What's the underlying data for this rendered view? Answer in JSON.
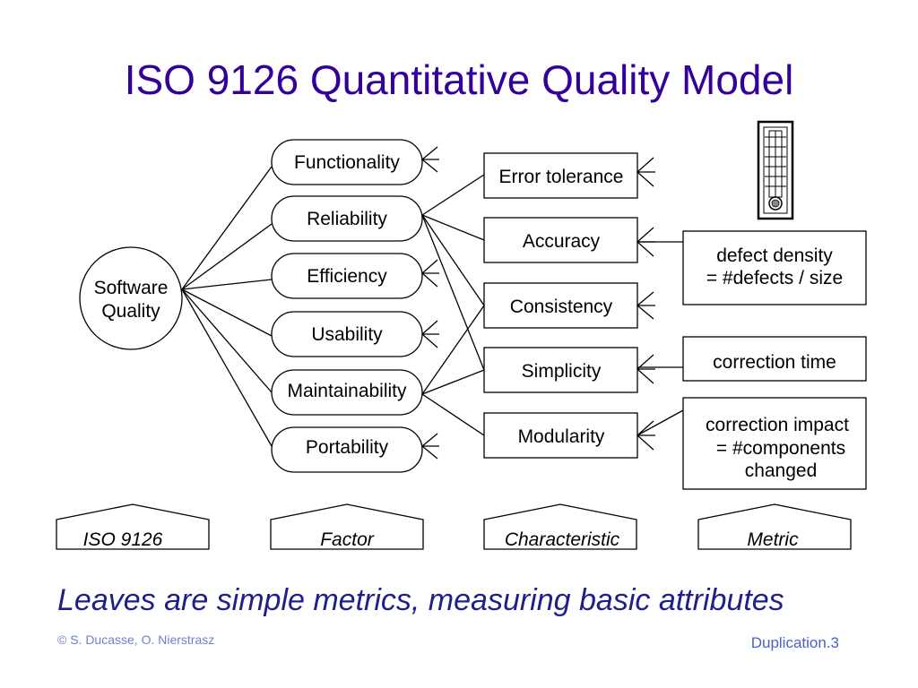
{
  "title": "ISO 9126 Quantitative Quality Model",
  "root": "Software Quality",
  "root_lines": [
    "Software",
    "Quality"
  ],
  "factors": [
    "Functionality",
    "Reliability",
    "Efficiency",
    "Usability",
    "Maintainability",
    "Portability"
  ],
  "characteristics": [
    "Error tolerance",
    "Accuracy",
    "Consistency",
    "Simplicity",
    "Modularity"
  ],
  "metrics": [
    {
      "lines": [
        "defect density",
        "= #defects / size"
      ]
    },
    {
      "lines": [
        "correction time"
      ]
    },
    {
      "lines": [
        "correction impact",
        "= #components",
        "changed"
      ]
    }
  ],
  "levels": [
    "ISO 9126",
    "Factor",
    "Characteristic",
    "Metric"
  ],
  "caption": "Leaves are simple metrics, measuring basic attributes",
  "footer_left": "© S. Ducasse, O. Nierstrasz",
  "footer_right": "Duplication.3",
  "icons": {
    "thermometer": "thermometer-icon"
  },
  "colors": {
    "title": "#330099",
    "caption": "#1f1f8c",
    "footer": "#4a63c8"
  }
}
